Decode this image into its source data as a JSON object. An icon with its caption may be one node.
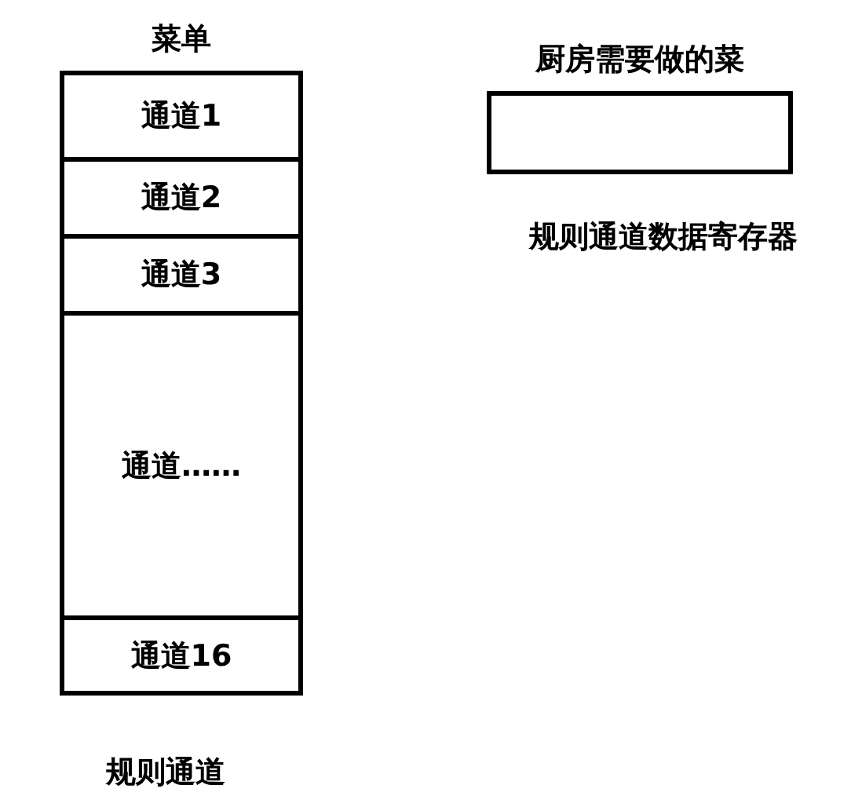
{
  "diagram": {
    "nodes": [
      {
        "text": [
          "菜单"
        ],
        "beside": [
          "规则通道"
        ]
      },
      {
        "text": [
          "通道1"
        ],
        "in": 0
      },
      {
        "text": [
          "通道2"
        ],
        "in": 0
      },
      {
        "text": [
          "通道3"
        ],
        "in": 0
      },
      {
        "text": [
          "通道……"
        ],
        "in": 0
      },
      {
        "text": [
          "通道16"
        ],
        "in": 0
      },
      {
        "text": [
          "厨房需要做的菜"
        ],
        "beside": [
          "规则通道数据寄存器"
        ]
      }
    ],
    "edges": []
  }
}
